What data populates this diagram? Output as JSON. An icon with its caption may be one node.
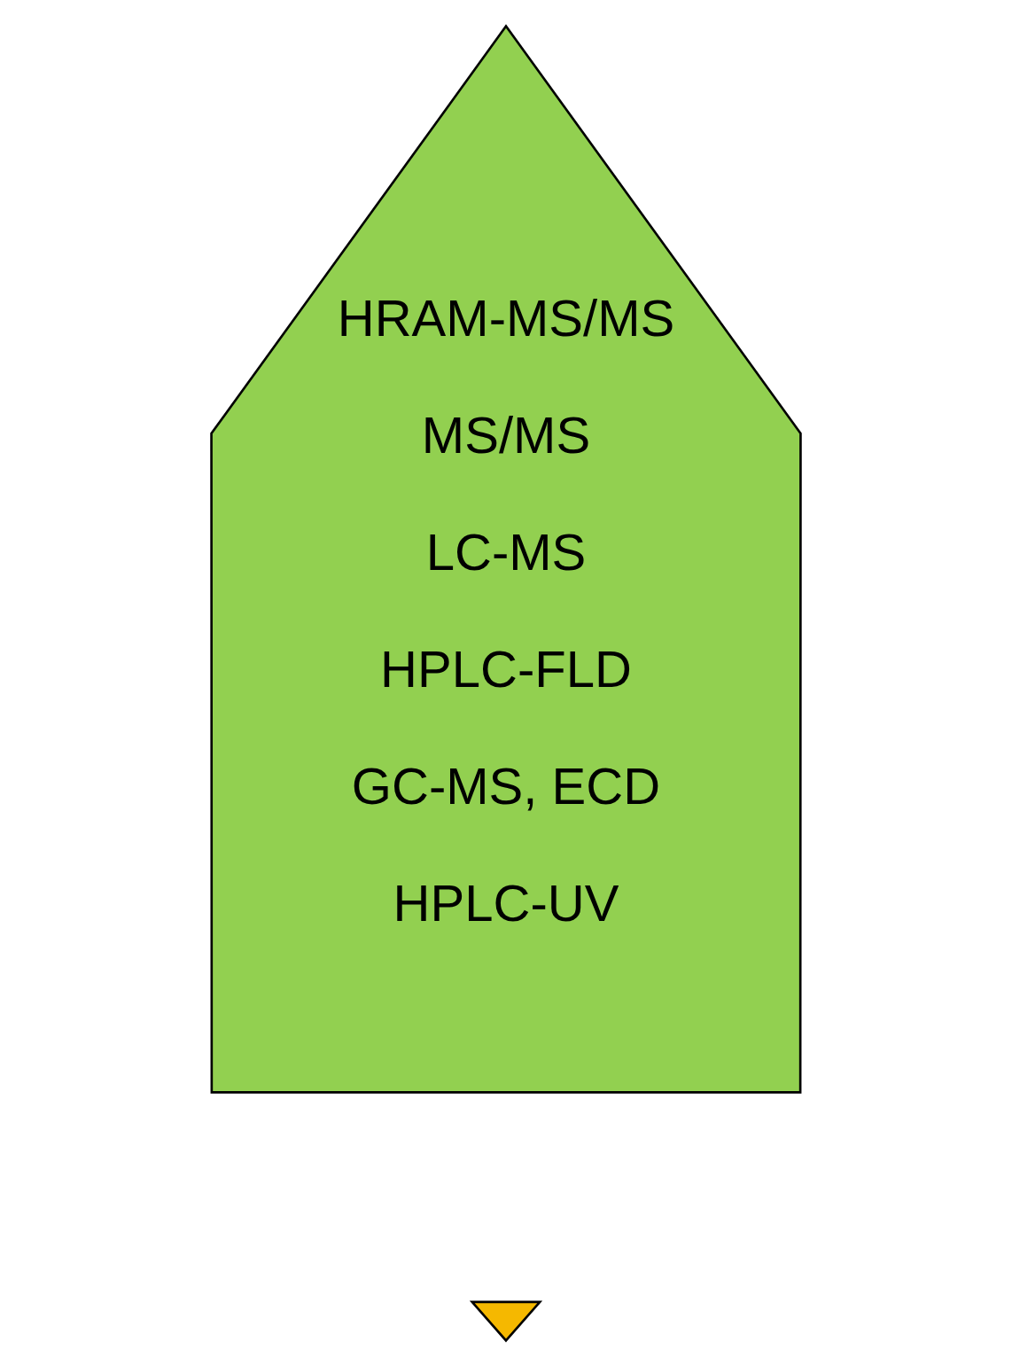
{
  "diagram": {
    "nodes": [
      {
        "text": [],
        "shape": "triangle"
      },
      {
        "text": [
          "HRAM-MS/MS",
          "MS/MS",
          "LC-MS",
          "HPLC-FLD",
          "GC-MS, ECD",
          "HPLC-UV"
        ]
      }
    ]
  }
}
